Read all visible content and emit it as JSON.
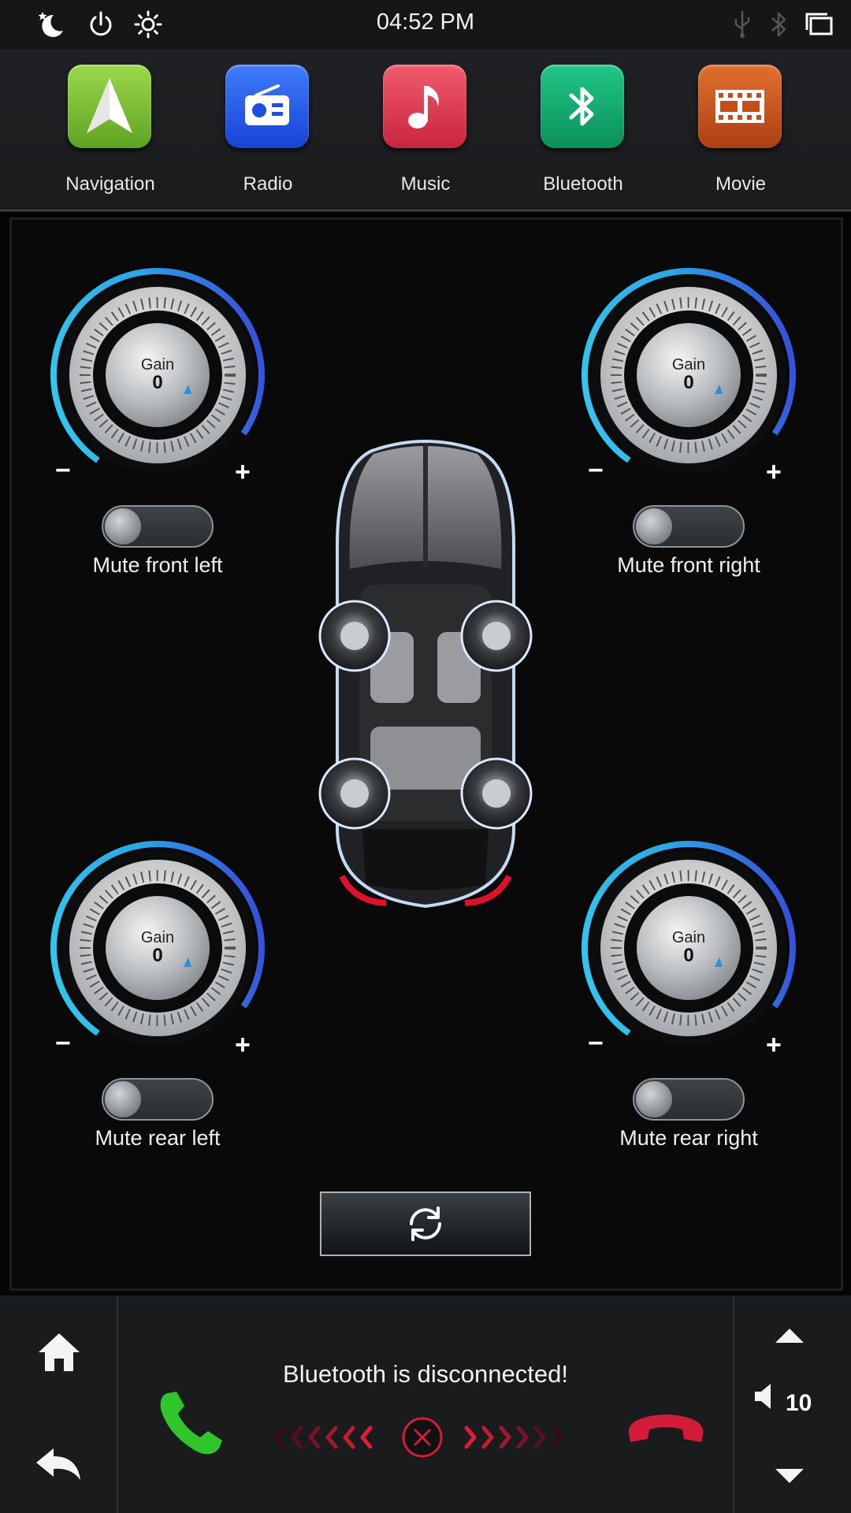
{
  "status_bar": {
    "time": "04:52 PM",
    "icons": [
      "night-mode-icon",
      "power-icon",
      "brightness-icon",
      "usb-icon",
      "bluetooth-icon",
      "windows-icon"
    ]
  },
  "apps": [
    {
      "label": "Navigation",
      "icon": "navigation-arrow-icon",
      "color": "#7cc231"
    },
    {
      "label": "Radio",
      "icon": "radio-icon",
      "color": "#2157e6"
    },
    {
      "label": "Music",
      "icon": "music-note-icon",
      "color": "#e0394f"
    },
    {
      "label": "Bluetooth",
      "icon": "bluetooth-icon",
      "color": "#12a86c"
    },
    {
      "label": "Movie",
      "icon": "film-icon",
      "color": "#c9531b"
    }
  ],
  "speakers": {
    "front_left": {
      "gain_label": "Gain",
      "gain_value": "0",
      "mute_label": "Mute front left",
      "muted": false
    },
    "front_right": {
      "gain_label": "Gain",
      "gain_value": "0",
      "mute_label": "Mute front right",
      "muted": false
    },
    "rear_left": {
      "gain_label": "Gain",
      "gain_value": "0",
      "mute_label": "Mute rear left",
      "muted": false
    },
    "rear_right": {
      "gain_label": "Gain",
      "gain_value": "0",
      "mute_label": "Mute rear right",
      "muted": false
    }
  },
  "knob_symbols": {
    "minus": "−",
    "plus": "+"
  },
  "reset_button_icon": "refresh-icon",
  "dock": {
    "bluetooth_message": "Bluetooth is disconnected!",
    "volume": "10",
    "icons": [
      "home-icon",
      "back-icon",
      "answer-call-icon",
      "hang-up-icon",
      "volume-up-arrow-icon",
      "volume-down-arrow-icon",
      "speaker-icon"
    ]
  },
  "colors": {
    "accent_ring": "#2fb9e8",
    "answer": "#2fc52b",
    "hangup": "#d21c3a"
  }
}
